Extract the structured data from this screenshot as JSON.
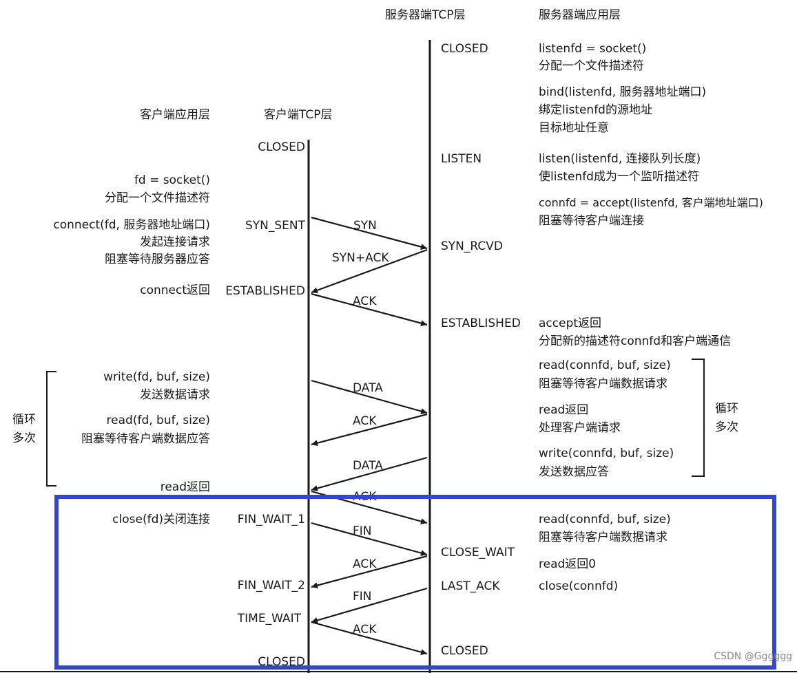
{
  "headers": {
    "server_tcp": "服务器端TCP层",
    "server_app": "服务器端应用层",
    "client_app": "客户端应用层",
    "client_tcp": "客户端TCP层"
  },
  "client_states": {
    "closed_top": "CLOSED",
    "syn_sent": "SYN_SENT",
    "established": "ESTABLISHED",
    "fin_wait_1": "FIN_WAIT_1",
    "fin_wait_2": "FIN_WAIT_2",
    "time_wait": "TIME_WAIT",
    "closed_bottom": "CLOSED"
  },
  "server_states": {
    "closed_top": "CLOSED",
    "listen": "LISTEN",
    "syn_rcvd": "SYN_RCVD",
    "established": "ESTABLISHED",
    "close_wait": "CLOSE_WAIT",
    "last_ack": "LAST_ACK",
    "closed_bottom": "CLOSED"
  },
  "client_calls": {
    "socket_1": "fd = socket()",
    "socket_2": "分配一个文件描述符",
    "connect_1": "connect(fd, 服务器地址端口)",
    "connect_2": "发起连接请求",
    "connect_3": "阻塞等待服务器应答",
    "connect_ret": "connect返回",
    "write_1": "write(fd, buf, size)",
    "write_2": "发送数据请求",
    "read_1": "read(fd, buf, size)",
    "read_2": "阻塞等待客户端数据应答",
    "read_ret": "read返回",
    "close": "close(fd)关闭连接",
    "loop_1": "循环",
    "loop_2": "多次"
  },
  "server_calls": {
    "socket_1": "listenfd = socket()",
    "socket_2": "分配一个文件描述符",
    "bind_1": "bind(listenfd, 服务器地址端口)",
    "bind_2": "绑定listenfd的源地址",
    "bind_3": "目标地址任意",
    "listen_1": "listen(listenfd, 连接队列长度)",
    "listen_2": "使listenfd成为一个监听描述符",
    "accept_1": "connfd = accept(listenfd, 客户端地址端口)",
    "accept_2": "阻塞等待客户端连接",
    "accept_ret_1": "accept返回",
    "accept_ret_2": "分配新的描述符connfd和客户端通信",
    "read_1": "read(connfd, buf, size)",
    "read_2": "阻塞等待客户端数据请求",
    "read_ret_1": "read返回",
    "read_ret_2": "处理客户端请求",
    "write_1": "write(connfd, buf, size)",
    "write_2": "发送数据应答",
    "read2_1": "read(connfd, buf, size)",
    "read2_2": "阻塞等待客户端数据请求",
    "read_ret0": "read返回0",
    "close": "close(connfd)",
    "loop_1": "循环",
    "loop_2": "多次"
  },
  "messages": {
    "syn": "SYN",
    "syn_ack": "SYN+ACK",
    "ack1": "ACK",
    "data1": "DATA",
    "ack2": "ACK",
    "data2": "DATA",
    "ack3": "ACK",
    "fin1": "FIN",
    "ack4": "ACK",
    "fin2": "FIN",
    "ack5": "ACK"
  },
  "watermark": "CSDN @Gggggg",
  "colors": {
    "highlight_box": "#3248c8",
    "line": "#1a1a1a"
  }
}
